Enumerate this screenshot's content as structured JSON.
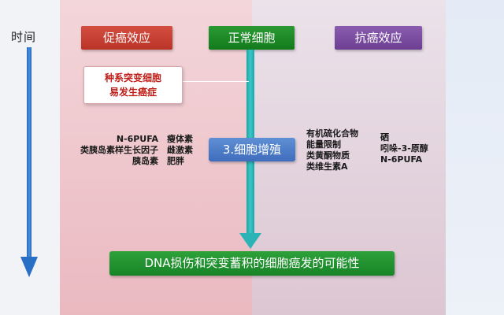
{
  "time_label": "时间",
  "headers": {
    "pro_cancer": "促癌效应",
    "normal_cell": "正常细胞",
    "anti_cancer": "抗癌效应"
  },
  "germline_box": {
    "line1": "种系突变细胞",
    "line2": "易发生癌症"
  },
  "proliferation_box": "3.细胞增殖",
  "pro_factors_col1": [
    "N-6PUFA",
    "类胰岛素样生长因子",
    "胰岛素"
  ],
  "pro_factors_col2": [
    "瘦体素",
    "雌激素",
    "肥胖"
  ],
  "anti_factors_col1": [
    "有机硫化合物",
    "能量限制",
    "类黄酮物质",
    "类维生素A"
  ],
  "anti_factors_col2": [
    "硒",
    "吲哚-3-原醇",
    "N-6PUFA"
  ],
  "result_box": "DNA损伤和突变蓄积的细胞癌发的可能性",
  "colors": {
    "pro_red": "#c03a2e",
    "normal_green": "#1f8a28",
    "anti_purple": "#7a4ca3",
    "proliferation_blue": "#4a7cc7",
    "stem_teal": "#2bb3b5",
    "time_arrow_blue": "#2e74c9"
  }
}
